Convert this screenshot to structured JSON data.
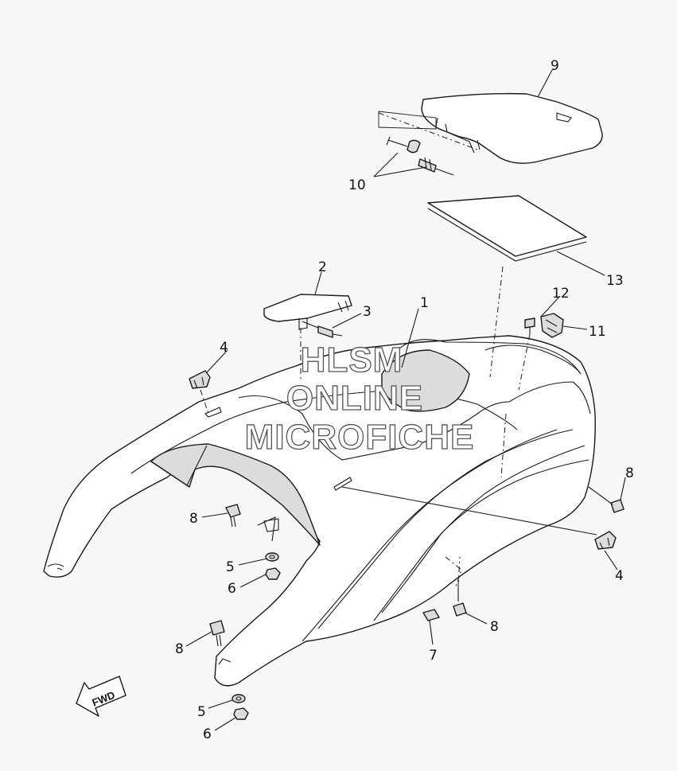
{
  "callouts": [
    "1",
    "2",
    "3",
    "4",
    "5",
    "6",
    "7",
    "8",
    "9",
    "10",
    "11",
    "12",
    "13"
  ],
  "watermark": [
    "HLSM",
    "ONLINE",
    "MICROFICHE"
  ],
  "fwd_label": "FWD"
}
